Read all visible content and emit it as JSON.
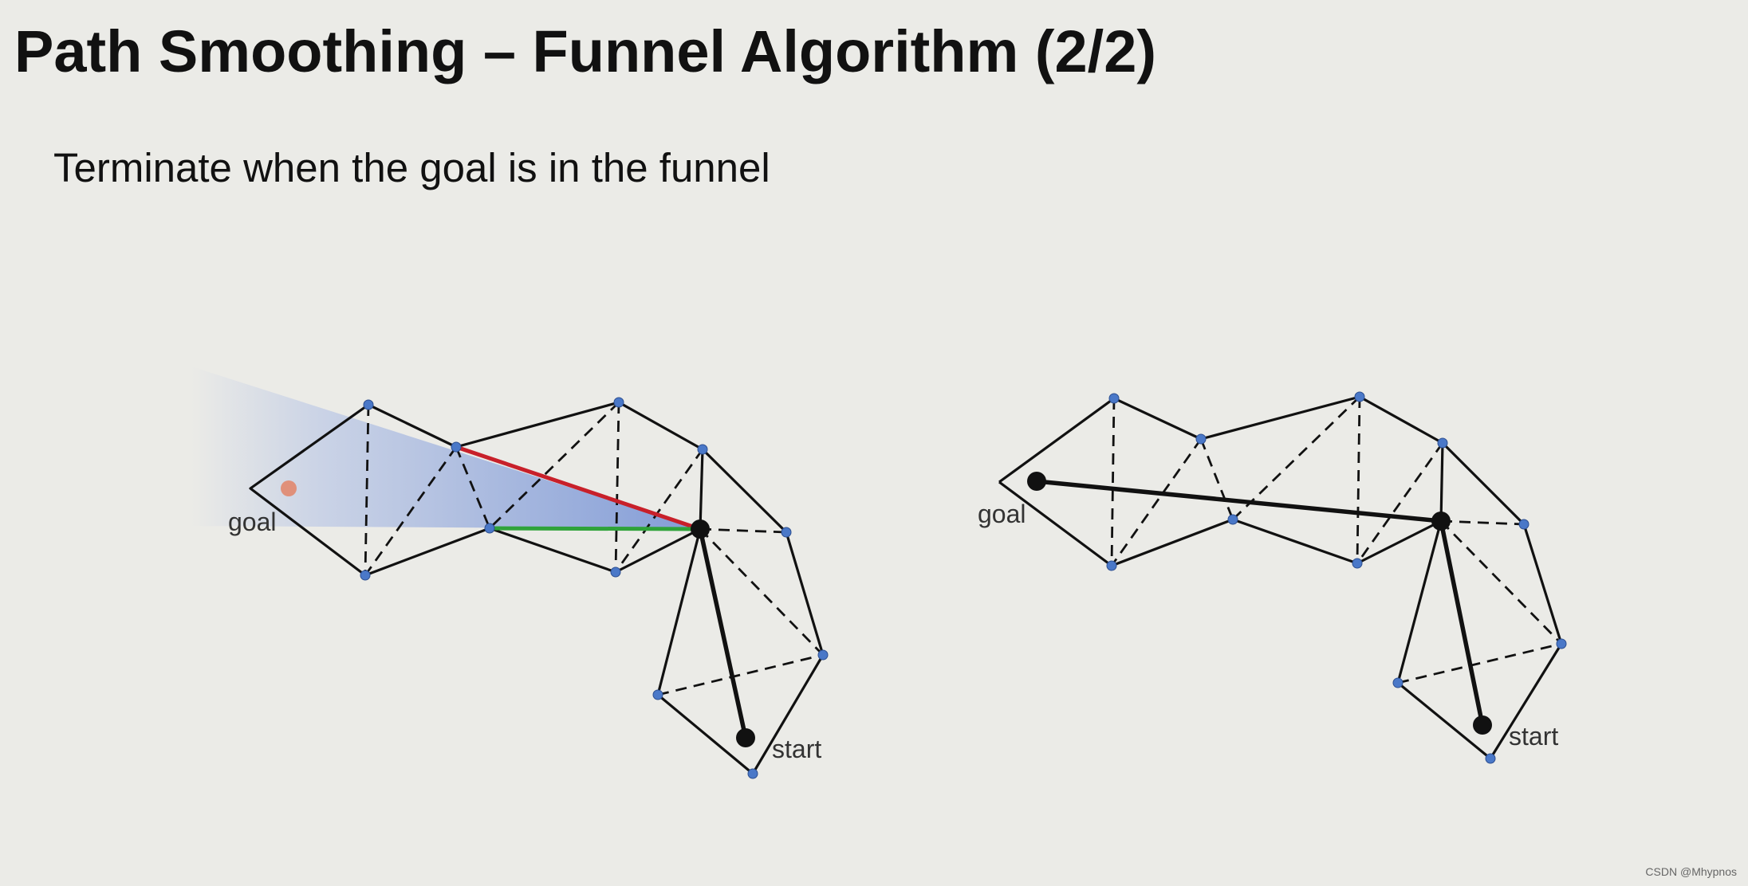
{
  "slide": {
    "title": "Path Smoothing – Funnel Algorithm (2/2)",
    "subtitle": "Terminate when the goal is in the funnel",
    "credit": "CSDN @Mhypnos"
  },
  "left_diagram": {
    "goal_label": "goal",
    "start_label": "start"
  },
  "right_diagram": {
    "goal_label": "goal",
    "start_label": "start"
  },
  "colors": {
    "background": "#ebebe7",
    "vertex": "#4a78c8",
    "edge": "#111111",
    "funnel_left_edge": "#c8202a",
    "funnel_right_edge": "#2fa33a",
    "funnel_fill": "#7d98d6",
    "goal_dot": "#e0907a"
  }
}
